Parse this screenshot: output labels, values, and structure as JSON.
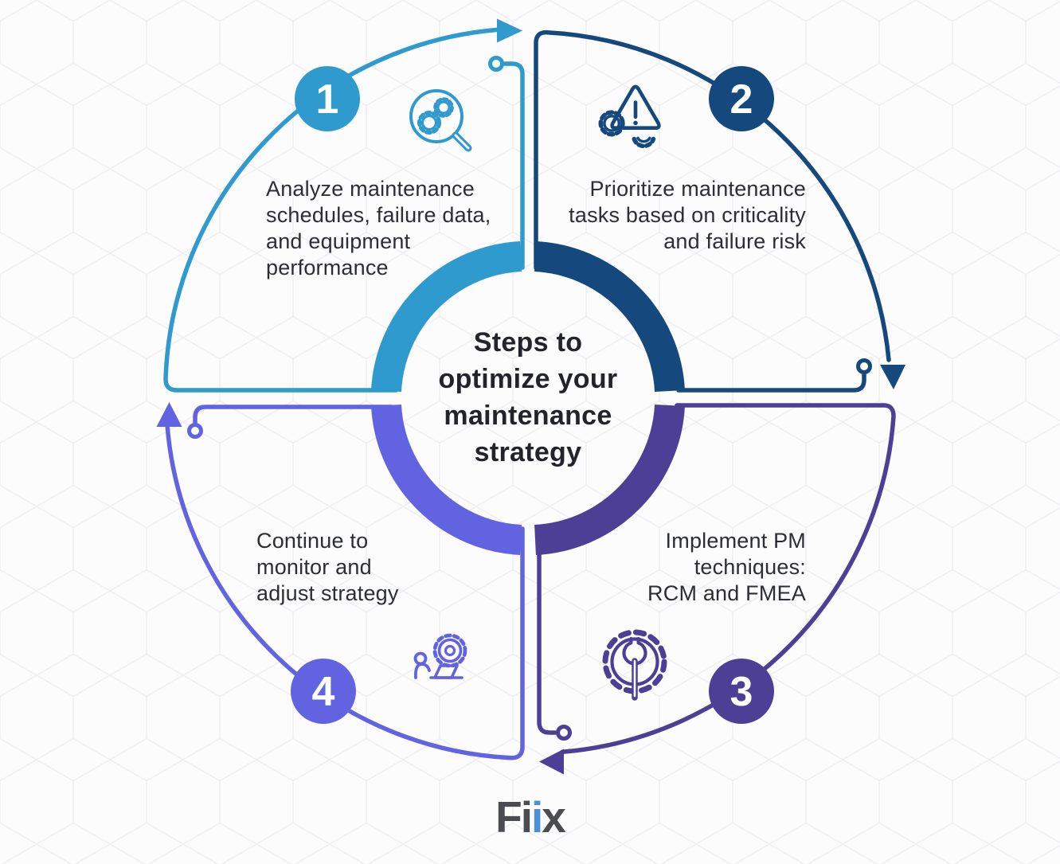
{
  "background": {
    "page_color": "#FCFCFD",
    "pattern_line_color": "#EFEFF2"
  },
  "title": {
    "text": "Steps to\noptimize your\nmaintenance\nstrategy"
  },
  "steps": [
    {
      "number": "1",
      "label": "Analyze maintenance\nschedules, failure data,\nand equipment\nperformance",
      "color": "#2E9ACE",
      "icon": "magnifier-gears-icon"
    },
    {
      "number": "2",
      "label": "Prioritize maintenance\ntasks based on criticality\nand failure risk",
      "color": "#15497E",
      "icon": "warning-gear-icon"
    },
    {
      "number": "3",
      "label": "Implement PM\ntechniques:\nRCM and FMEA",
      "color": "#4C3F95",
      "icon": "gear-wrench-icon"
    },
    {
      "number": "4",
      "label": "Continue to\nmonitor and\nadjust strategy",
      "color": "#6263E1",
      "icon": "person-laptop-gear-icon"
    }
  ],
  "logo": {
    "f": "F",
    "i1": "i",
    "i2": "i",
    "x": "x",
    "gray_color": "#4A4C52",
    "blue_color": "#4A90D8"
  },
  "text_color": "#2C2E33"
}
